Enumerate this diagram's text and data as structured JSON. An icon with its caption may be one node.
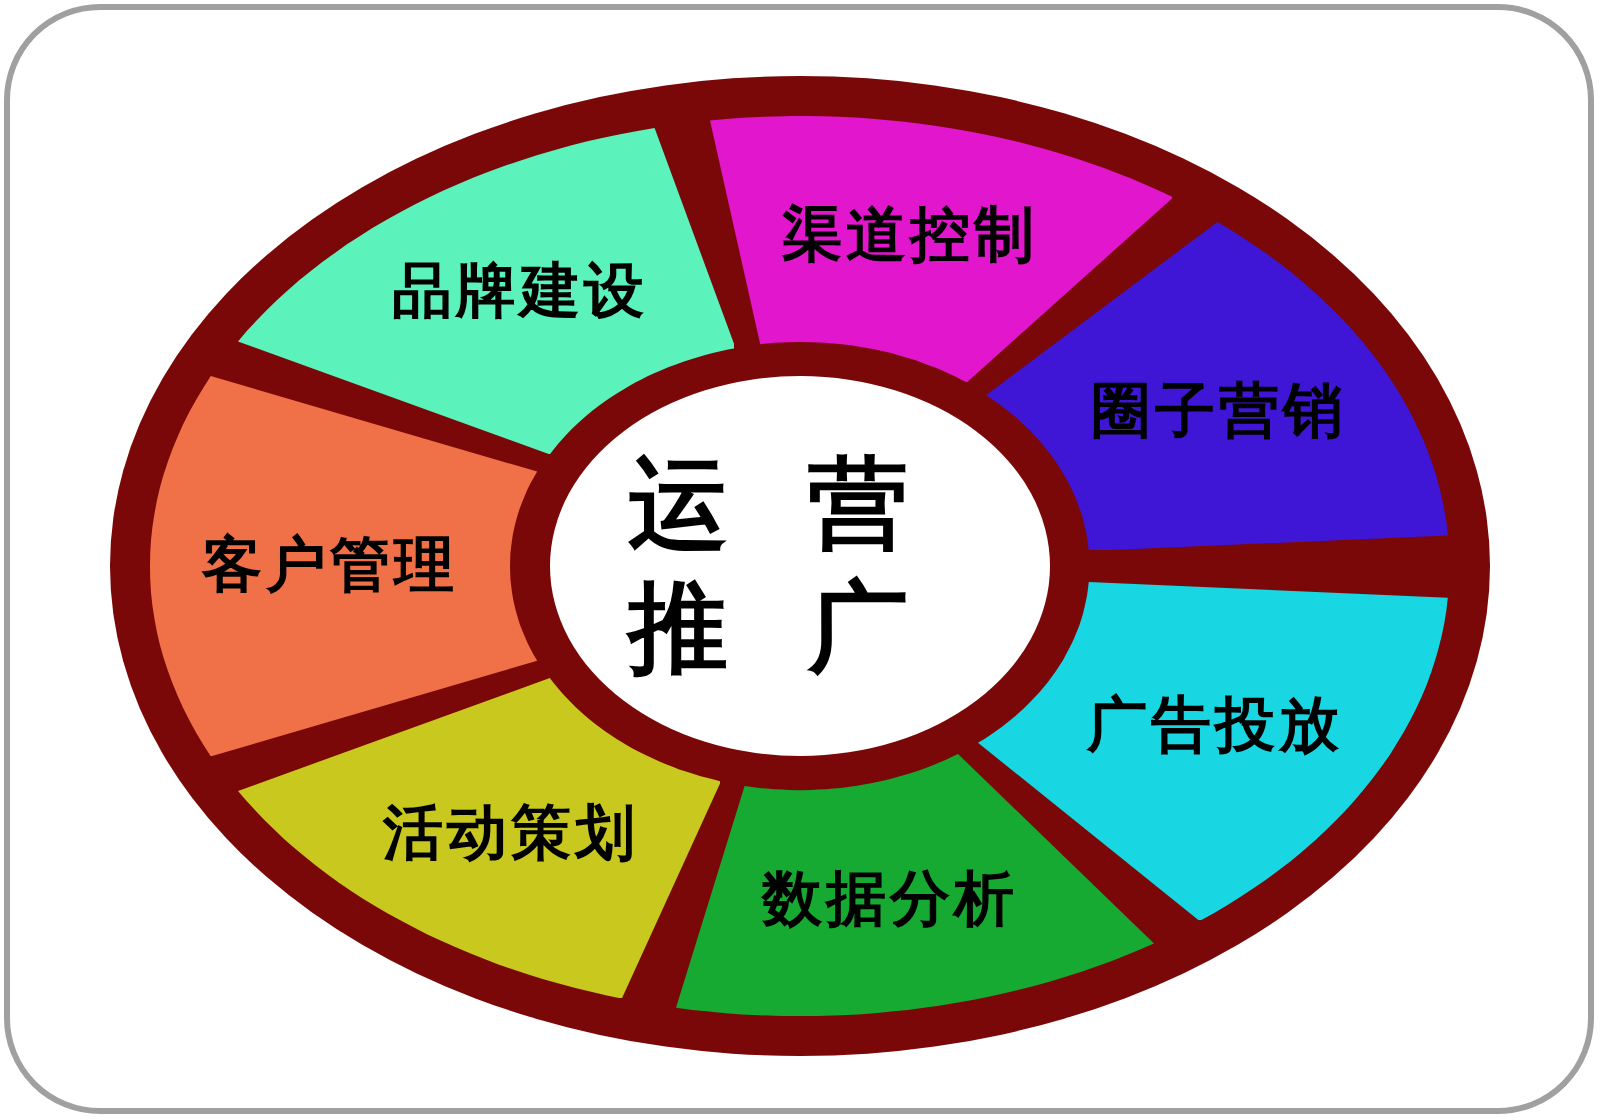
{
  "diagram": {
    "nodes": [
      {
        "text": [
          "运营推广"
        ]
      },
      {
        "text": [
          "品牌建设"
        ]
      },
      {
        "text": [
          "渠道控制"
        ]
      },
      {
        "text": [
          "圈子营销"
        ]
      },
      {
        "text": [
          "客户管理"
        ]
      },
      {
        "text": [
          "广告投放"
        ]
      },
      {
        "text": [
          "活动策划"
        ]
      },
      {
        "text": [
          "数据分析"
        ]
      }
    ]
  }
}
